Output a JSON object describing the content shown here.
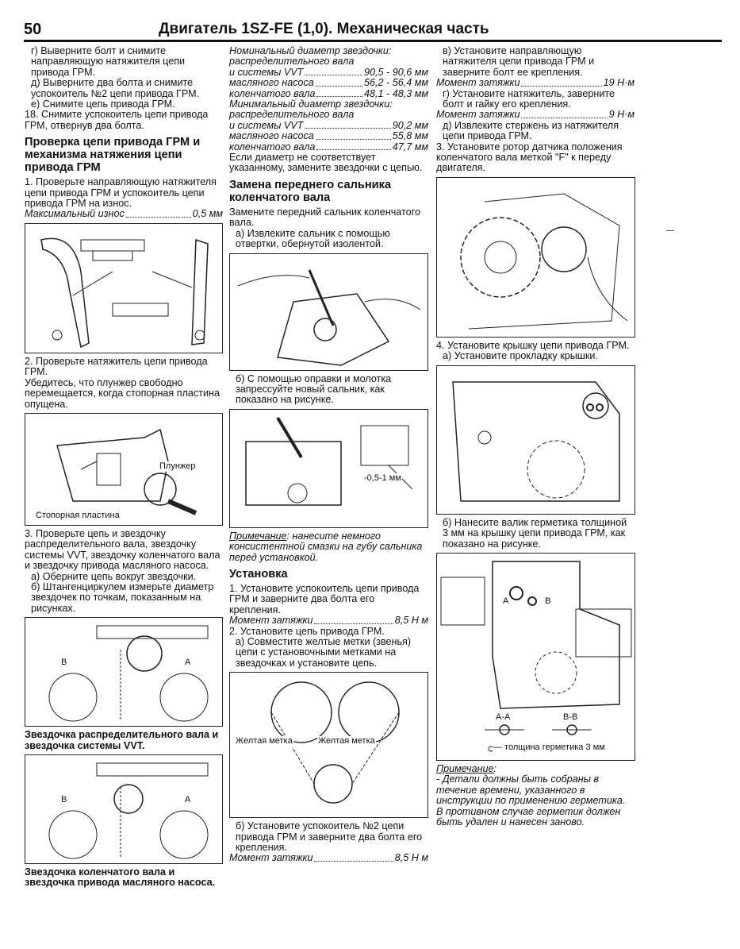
{
  "header": {
    "page_number": "50",
    "title": "Двигатель 1SZ-FE (1,0). Механическая часть"
  },
  "col1": {
    "p1": "г) Выверните болт и снимите направляющую натяжителя цепи привода ГРМ.",
    "p2": "д) Выверните два болта и снимите успокоитель №2 цепи привода ГРМ.",
    "p3": "е) Снимите цепь привода ГРМ.",
    "p4": "18. Снимите успокоитель цепи привода ГРМ, отвернув два болта.",
    "heading": "Проверка цепи привода ГРМ и механизма натяжения цепи привода ГРМ",
    "p5": "1. Проверьте направляющую натяжителя цепи привода ГРМ и успокоитель цепи привода ГРМ на износ.",
    "spec_wear_label": "Максимальный износ",
    "spec_wear_value": "0,5 мм",
    "p6": "2. Проверьте натяжитель цепи привода ГРМ.",
    "p7": "Убедитесь, что плунжер свободно перемещается, когда стопорная пластина опущена.",
    "fig2_label_plunger": "Плунжер",
    "fig2_label_plate": "Стопорная пластина",
    "p8": "3. Проверьте цепь и звездочку распределительного вала, звездочку системы VVT, звездочку коленчатого вала и звездочку привода масляного насоса.",
    "p9": "а) Оберните цепь вокруг звездочки.",
    "p10": "б) Штангенциркулем измерьте диаметр звездочек по точкам, показанным на рисунках.",
    "fig3_a": "A",
    "fig3_b": "B",
    "caption3": "Звездочка распределительного вала и звездочка системы VVT.",
    "fig4_a": "A",
    "fig4_b": "B",
    "caption4": "Звездочка коленчатого вала и звездочка привода масляного насоса."
  },
  "col2": {
    "nom_title": "Номинальный диаметр звездочки:",
    "nom_sub": "распределительного вала",
    "nom_r1_label": "и системы VVT",
    "nom_r1_value": "90,5 - 90,6 мм",
    "nom_r2_label": "масляного насоса",
    "nom_r2_value": "56,2 - 56,4 мм",
    "nom_r3_label": "коленчатого вала",
    "nom_r3_value": "48,1 - 48,3 мм",
    "min_title": "Минимальный диаметр звездочки:",
    "min_sub": "распределительного вала",
    "min_r1_label": "и системы VVT",
    "min_r1_value": "90,2 мм",
    "min_r2_label": "масляного насоса",
    "min_r2_value": "55,8 мм",
    "min_r3_label": "коленчатого вала",
    "min_r3_value": "47,7 мм",
    "p1": "Если диаметр не соответствует указанному, замените звездочки с цепью.",
    "heading1": "Замена переднего сальника коленчатого вала",
    "p2": "Замените передний сальник коленчатого вала.",
    "p3": "а) Извлеките сальник с помощью отвертки, обернутой изолентой.",
    "p4": "б) С помощью оправки и молотка запрессуйте новый сальник, как показано на рисунке.",
    "fig6_label": "-0,5-1 мм",
    "note_head": "Примечание",
    "note_text": ": нанесите немного консистентной смазки на губу сальника перед установкой.",
    "heading2": "Установка",
    "p5": "1. Установите успокоитель цепи привода ГРМ и заверните два болта его крепления.",
    "torque1_label": "Момент затяжки",
    "torque1_value": "8,5 Н м",
    "p6": "2. Установите цепь привода ГРМ.",
    "p7": "а) Совместите желтые метки (звенья) цепи с установочными метками на звездочках и установите цепь.",
    "fig7_label1": "Желтая метка",
    "fig7_label2": "Желтая метка",
    "p8": "б) Установите успокоитель №2 цепи привода ГРМ и заверните два болта его крепления.",
    "torque2_label": "Момент затяжки",
    "torque2_value": "8,5 Н м"
  },
  "col3": {
    "p1": "в) Установите направляющую натяжителя цепи привода ГРМ и заверните болт ее крепления.",
    "torque1_label": "Момент затяжки",
    "torque1_value": "19 Н·м",
    "p2": "г) Установите натяжитель, заверните болт и гайку его крепления.",
    "torque2_label": "Момент затяжки",
    "torque2_value": "9 Н·м",
    "p3": "д) Извлеките стержень из натяжителя цепи привода ГРМ.",
    "p4": "3. Установите ротор датчика положения коленчатого вала меткой \"F\" к переду двигателя.",
    "p5": "4. Установите крышку цепи привода ГРМ.",
    "p6": "а) Установите прокладку крышки.",
    "p7": "б) Нанесите валик герметика толщиной 3 мм на крышку цепи привода ГРМ, как показано на рисунке.",
    "fig10_a": "A",
    "fig10_b": "B",
    "fig10_aa": "A-A",
    "fig10_bb": "B-B",
    "fig10_thick": "— толщина герметика 3 мм",
    "note_head": "Примечание",
    "note_text": "- Детали должны быть собраны в течение времени, указанного в инструкции по применению герметика. В противном случае герметик должен быть удален и нанесен заново."
  }
}
